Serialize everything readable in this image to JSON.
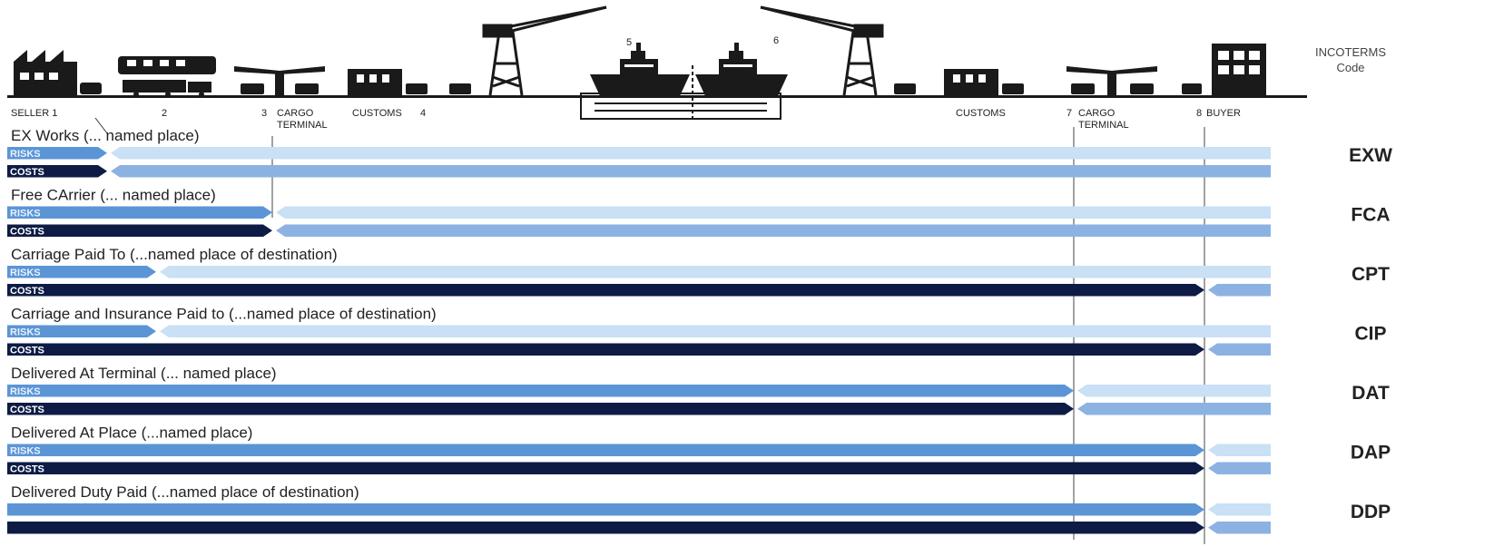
{
  "header": {
    "code_title": "INCOTERMS",
    "code_subtitle": "Code"
  },
  "locations": {
    "seller": "SELLER 1",
    "p2": "2",
    "p3": "3",
    "cargo_terminal_origin_1": "CARGO",
    "cargo_terminal_origin_2": "TERMINAL",
    "customs_origin": "CUSTOMS",
    "p4": "4",
    "p5": "5",
    "p6": "6",
    "customs_dest": "CUSTOMS",
    "p7": "7",
    "cargo_terminal_dest_1": "CARGO",
    "cargo_terminal_dest_2": "TERMINAL",
    "p8": "8",
    "buyer": "BUYER"
  },
  "bar_labels": {
    "risks": "RISKS",
    "costs": "COSTS"
  },
  "terms": [
    {
      "code": "EXW",
      "title": "EX Works (... named place)",
      "risks": true,
      "costs": true,
      "risk_transfer": 1,
      "cost_transfer": 1
    },
    {
      "code": "FCA",
      "title": "Free CArrier (... named place)",
      "risks": true,
      "costs": true,
      "risk_transfer": 3,
      "cost_transfer": 3
    },
    {
      "code": "CPT",
      "title": "Carriage Paid To (...named place of destination)",
      "risks": true,
      "costs": true,
      "risk_transfer": 2,
      "cost_transfer": 8
    },
    {
      "code": "CIP",
      "title": "Carriage and Insurance Paid to (...named place of destination)",
      "risks": true,
      "costs": true,
      "risk_transfer": 2,
      "cost_transfer": 8
    },
    {
      "code": "DAT",
      "title": "Delivered At Terminal (... named place)",
      "risks": true,
      "costs": true,
      "risk_transfer": 7,
      "cost_transfer": 7
    },
    {
      "code": "DAP",
      "title": "Delivered At Place (...named place)",
      "risks": true,
      "costs": true,
      "risk_transfer": 8,
      "cost_transfer": 8
    },
    {
      "code": "DDP",
      "title": "Delivered Duty Paid (...named place of destination)",
      "risks": false,
      "costs": false,
      "risk_transfer": 8,
      "cost_transfer": 8
    }
  ],
  "colors": {
    "risk_seller": "#5b95d6",
    "risk_buyer": "#c9e0f5",
    "cost_seller": "#0d1b45",
    "cost_buyer": "#8cb2e2",
    "buyer_tail": "#a9c8ec",
    "silhouette": "#1a1a1a",
    "divider": "#8a8a8a"
  },
  "icons": [
    "factory-icon",
    "train-truck-icon",
    "terminal-icon",
    "warehouse-icon",
    "crane-icon",
    "ship-icon",
    "building-icon"
  ]
}
